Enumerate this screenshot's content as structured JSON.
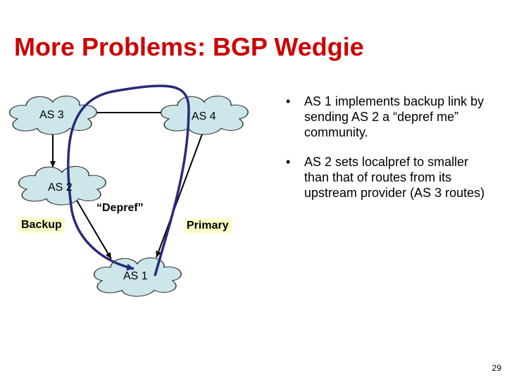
{
  "title": "More Problems: BGP Wedgie",
  "clouds": {
    "as3": "AS 3",
    "as4": "AS 4",
    "as2": "AS 2",
    "as1": "AS 1"
  },
  "link_labels": {
    "backup": "Backup",
    "primary": "Primary"
  },
  "annotation": "“Depref”",
  "bullets": [
    "AS 1 implements backup link by sending AS 2 a “depref me” community.",
    "AS 2 sets localpref  to smaller than that of routes from its upstream provider (AS 3 routes)"
  ],
  "bullet_marker": "•",
  "page_number": "29",
  "colors": {
    "title": "#cc0000",
    "cloud_fill": "#cce6ea",
    "highlight_path": "#2a2a7a",
    "tag_fill": "#ffffcc"
  }
}
